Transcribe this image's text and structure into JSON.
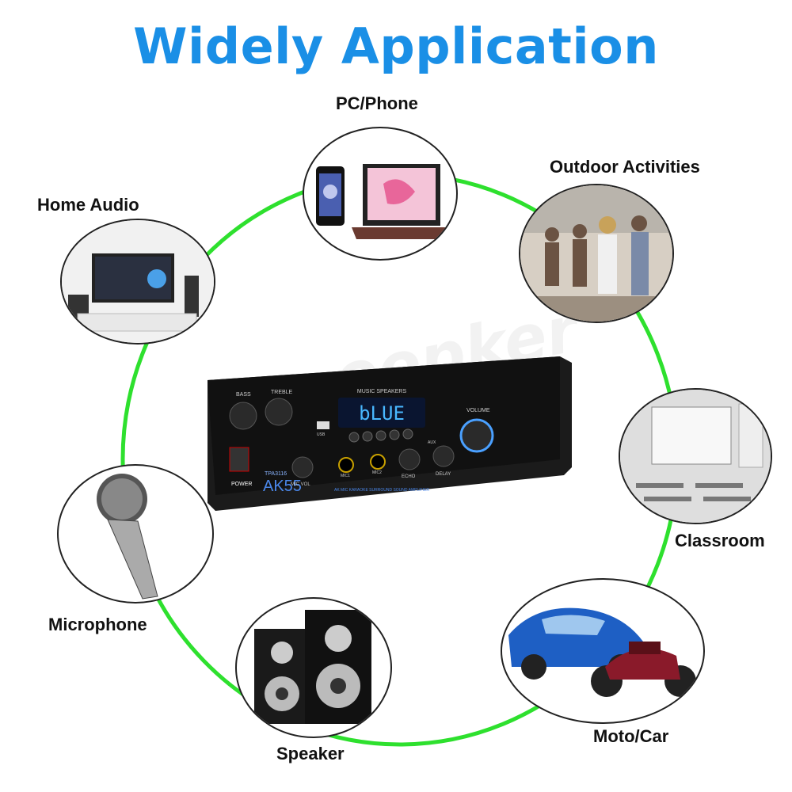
{
  "title": "Widely Application",
  "labels": {
    "pc_phone": "PC/Phone",
    "outdoor": "Outdoor Activities",
    "home_audio": "Home Audio",
    "classroom": "Classroom",
    "microphone": "Microphone",
    "moto_car": "Moto/Car",
    "speaker": "Speaker"
  },
  "amplifier": {
    "display_text": "bLUE",
    "model": "AK55",
    "chip": "TPA3116",
    "knob_labels": [
      "BASS",
      "TREBLE",
      "VOLUME",
      "MIC VOL",
      "ECHO",
      "DELAY"
    ],
    "panel_text": "MUSIC SPEAKERS",
    "power_label": "POWER",
    "usb_label": "USB",
    "aux_label": "AUX",
    "mic1": "MIC1",
    "mic2": "MIC2",
    "strip_text": "AK MIC KARAOKE SURROUND SOUND AMPLIFIER"
  },
  "colors": {
    "title": "#1a8fe6",
    "ring": "#2ee02e"
  }
}
